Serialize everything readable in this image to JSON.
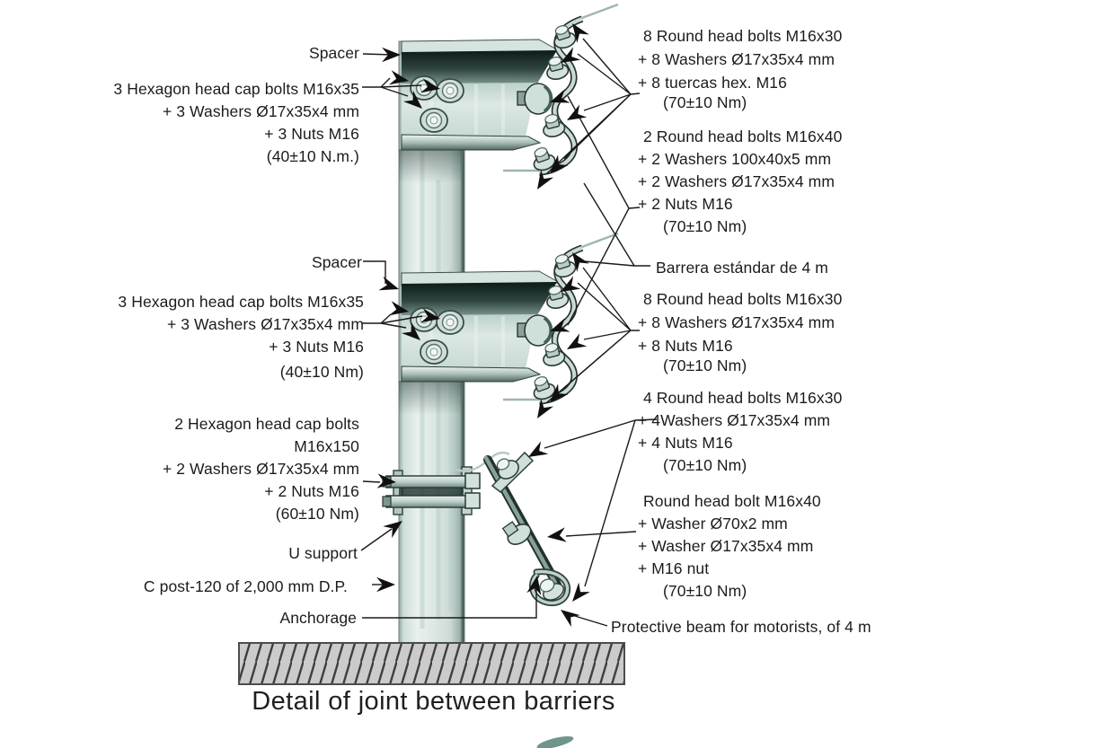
{
  "title": "Detail of joint between barriers",
  "left_labels": {
    "spacer_top": "Spacer",
    "group1": [
      "3 Hexagon head cap bolts M16x35",
      "+ 3 Washers Ø17x35x4 mm",
      "+ 3 Nuts M16",
      "(40±10 N.m.)"
    ],
    "spacer_mid": "Spacer",
    "group2": [
      "3 Hexagon head cap bolts M16x35",
      "+ 3 Washers Ø17x35x4 mm",
      "+ 3 Nuts M16",
      "(40±10 Nm)"
    ],
    "group3": [
      "2 Hexagon head cap bolts",
      "M16x150",
      "+ 2 Washers Ø17x35x4 mm",
      "+ 2 Nuts M16",
      "(60±10 Nm)"
    ],
    "u_support": "U support",
    "c_post": "C post-120 of 2,000 mm D.P.",
    "anchorage": "Anchorage"
  },
  "right_labels": {
    "group_a": [
      "8 Round head bolts M16x30",
      "+ 8 Washers Ø17x35x4 mm",
      "+ 8 tuercas hex. M16",
      "(70±10 Nm)"
    ],
    "group_b": [
      "2 Round head bolts M16x40",
      "+ 2 Washers 100x40x5 mm",
      "+ 2 Washers Ø17x35x4 mm",
      "+ 2 Nuts M16",
      "(70±10 Nm)"
    ],
    "barrier": "Barrera estándar de 4 m",
    "group_d": [
      "8 Round head bolts M16x30",
      "+ 8 Washers Ø17x35x4 mm",
      "+ 8 Nuts M16",
      "(70±10 Nm)"
    ],
    "group_e": [
      "4 Round head bolts M16x30",
      "+ 4Washers Ø17x35x4 mm",
      "+ 4 Nuts M16",
      "(70±10 Nm)"
    ],
    "group_f": [
      "Round head bolt M16x40",
      "+ Washer Ø70x2 mm",
      "+ Washer Ø17x35x4 mm",
      "+ M16 nut",
      "(70±10 Nm)"
    ],
    "protective_beam": "Protective beam for motorists, of 4 m"
  },
  "colors": {
    "text": "#1c1c1c",
    "metal_light": "#dde9e5",
    "metal_mid": "#9fb6b0",
    "metal_dark": "#16211f",
    "ground_fill": "#cbcbcb",
    "ground_hatch": "#3f3f3f",
    "leader_line": "#1a1a1a"
  }
}
